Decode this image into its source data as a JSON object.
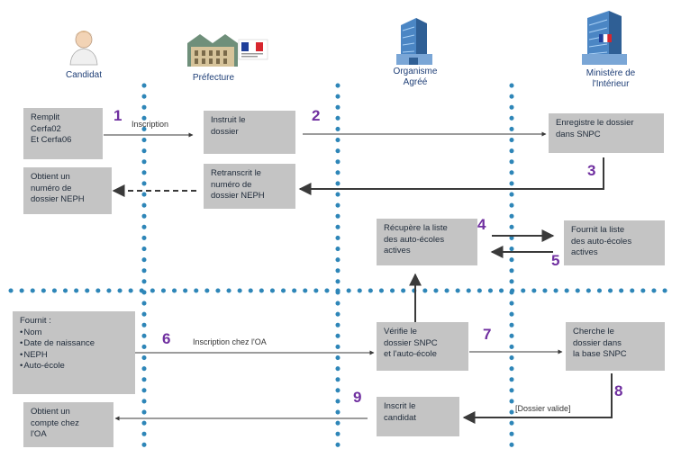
{
  "actors": {
    "candidat": "Candidat",
    "prefecture": "Préfecture",
    "organisme": [
      "Organisme",
      "Agréé"
    ],
    "ministere": [
      "Ministère de",
      "l'Intérieur"
    ]
  },
  "steps": {
    "remplit": [
      "Remplit",
      "Cerfa02",
      "Et Cerfa06"
    ],
    "instruit": [
      "Instruit le",
      "dossier"
    ],
    "enregistre": [
      "Enregistre le dossier",
      "dans SNPC"
    ],
    "obtient_neph": [
      "Obtient un",
      "numéro de",
      "dossier NEPH"
    ],
    "retranscrit": [
      "Retranscrit le",
      "numéro de",
      "dossier NEPH"
    ],
    "recupere": [
      "Récupère la liste",
      "des auto-écoles",
      "actives"
    ],
    "fournit_liste": [
      "Fournit la liste",
      "des auto-écoles",
      "actives"
    ],
    "fournit_title": "Fournit :",
    "fournit_items": [
      "Nom",
      "Date de naissance",
      "NEPH",
      "Auto-école"
    ],
    "verifie": [
      "Vérifie le",
      "dossier SNPC",
      "et l'auto-école"
    ],
    "cherche": [
      "Cherche le",
      "dossier dans",
      "la base SNPC"
    ],
    "inscrit": [
      "Inscrit le",
      "candidat"
    ],
    "obtient_compte": [
      "Obtient un",
      "compte chez",
      "l'OA"
    ]
  },
  "numbers": [
    "1",
    "2",
    "3",
    "4",
    "5",
    "6",
    "7",
    "8",
    "9"
  ],
  "edge_labels": {
    "inscription": "Inscription",
    "inscription_oa": "Inscription chez l'OA",
    "dossier_valide": "[Dossier valide]"
  },
  "colors": {
    "box": "#c4c4c4",
    "lane_dots": "#2e86b8",
    "numbers": "#7030a0",
    "arrows": "#3a3a3a"
  }
}
